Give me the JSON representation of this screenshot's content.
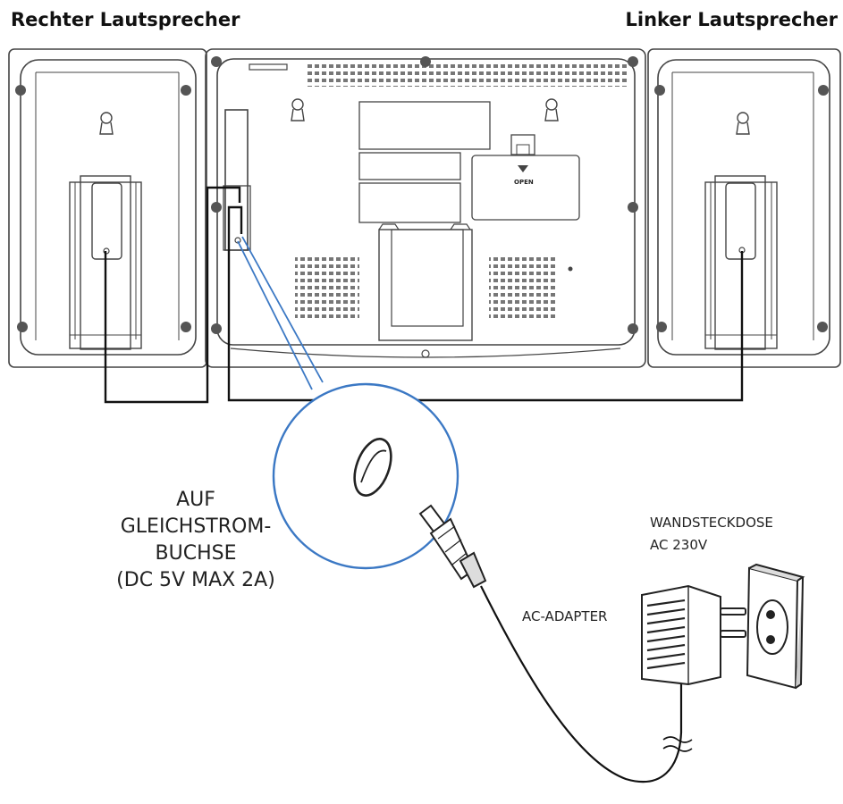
{
  "labels": {
    "right_speaker": "Rechter Lautsprecher",
    "left_speaker": "Linker Lautsprecher",
    "dc_jack": [
      "AUF",
      "GLEICHSTROM-",
      "BUCHSE",
      "(DC 5V MAX 2A)"
    ],
    "wall_outlet": [
      "WANDSTECKDOSE",
      "AC 230V"
    ],
    "ac_adapter": "AC-ADAPTER",
    "battery_cover": "OPEN"
  },
  "colors": {
    "line": "#333333",
    "cable": "#111111",
    "zoom_circle": "#3b78c4",
    "dot": "#555555"
  },
  "icons": [
    "keyhole-icon",
    "screw-dot-icon",
    "power-plug-icon",
    "wall-socket-icon",
    "ac-adapter-icon",
    "dc-jack-icon"
  ]
}
